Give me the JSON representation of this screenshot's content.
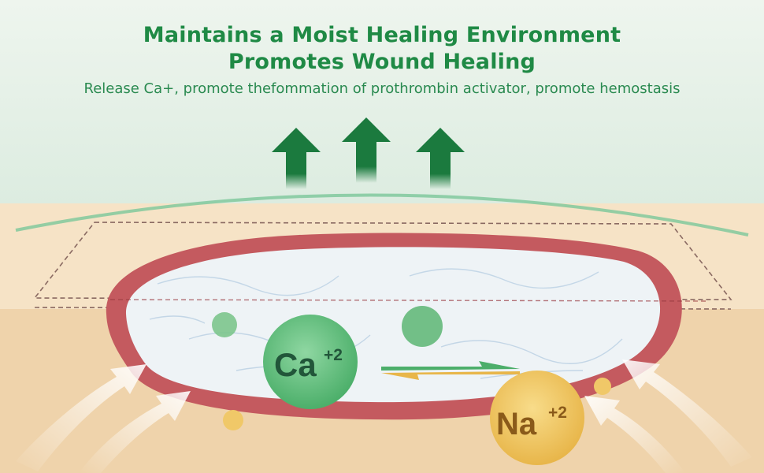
{
  "header": {
    "title_line1": "Maintains a Moist Healing Environment",
    "title_line2": "Promotes Wound Healing",
    "subtitle": "Release Ca+, promote thefommation of prothrombin activator, promote hemostasis"
  },
  "ions": {
    "calcium": {
      "symbol": "Ca",
      "charge": "+2"
    },
    "sodium": {
      "symbol": "Na",
      "charge": "+2"
    }
  },
  "colors": {
    "title_green": "#1f8a45",
    "arrow_green": "#1b7a3e",
    "wound_red": "#c45a5f",
    "ca_green": "#5cbf7a",
    "na_yellow": "#efc25a",
    "skin": "#f2dcbc"
  }
}
